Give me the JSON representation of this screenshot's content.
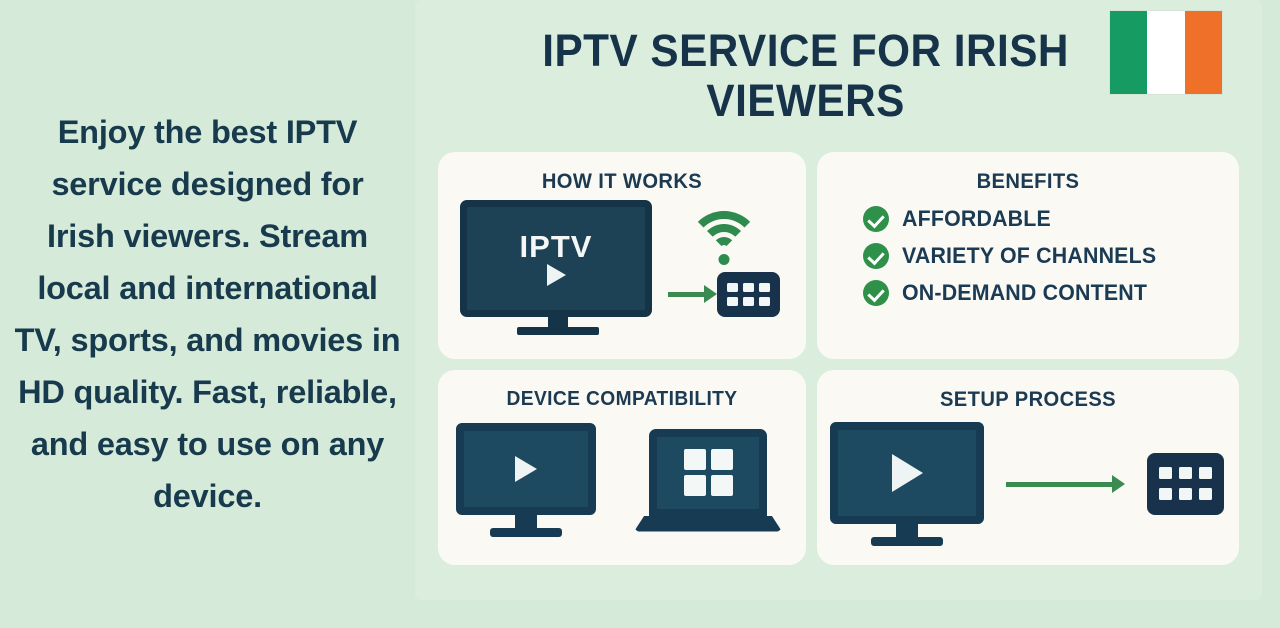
{
  "intro": {
    "paragraph": "Enjoy the best IPTV service designed for Irish viewers. Stream local and international TV, sports, and movies in HD quality. Fast, reliable, and easy to use on any device."
  },
  "header": {
    "title": "IPTV SERVICE FOR IRISH VIEWERS",
    "flag": {
      "name": "irish-flag",
      "bands": [
        "#169b62",
        "#ffffff",
        "#ef7028"
      ]
    }
  },
  "cards": {
    "how_it_works": {
      "title": "HOW IT WORKS",
      "tv_label": "IPTV",
      "icons": [
        "tv-icon",
        "play-icon",
        "wifi-icon",
        "arrow-right-icon",
        "set-top-box-icon"
      ]
    },
    "benefits": {
      "title": "BENEFITS",
      "items": [
        {
          "label": "AFFORDABLE",
          "icon": "check-circle-icon"
        },
        {
          "label": "VARIETY OF CHANNELS",
          "icon": "check-circle-icon"
        },
        {
          "label": "ON-DEMAND CONTENT",
          "icon": "check-circle-icon"
        }
      ]
    },
    "device_compatibility": {
      "title": "DEVICE COMPATIBILITY",
      "icons": [
        "monitor-icon",
        "play-icon",
        "laptop-icon",
        "grid-icon"
      ]
    },
    "setup_process": {
      "title": "SETUP PROCESS",
      "icons": [
        "monitor-icon",
        "play-icon",
        "arrow-right-icon",
        "set-top-box-icon"
      ]
    }
  },
  "colors": {
    "page_background": "#d6ead9",
    "panel_background": "#dbeddd",
    "card_background": "#faf9f4",
    "navy": "#17334a",
    "teal_screen": "#1d4a60",
    "green_accent": "#2e8a4d",
    "check_green": "#2f9049"
  }
}
